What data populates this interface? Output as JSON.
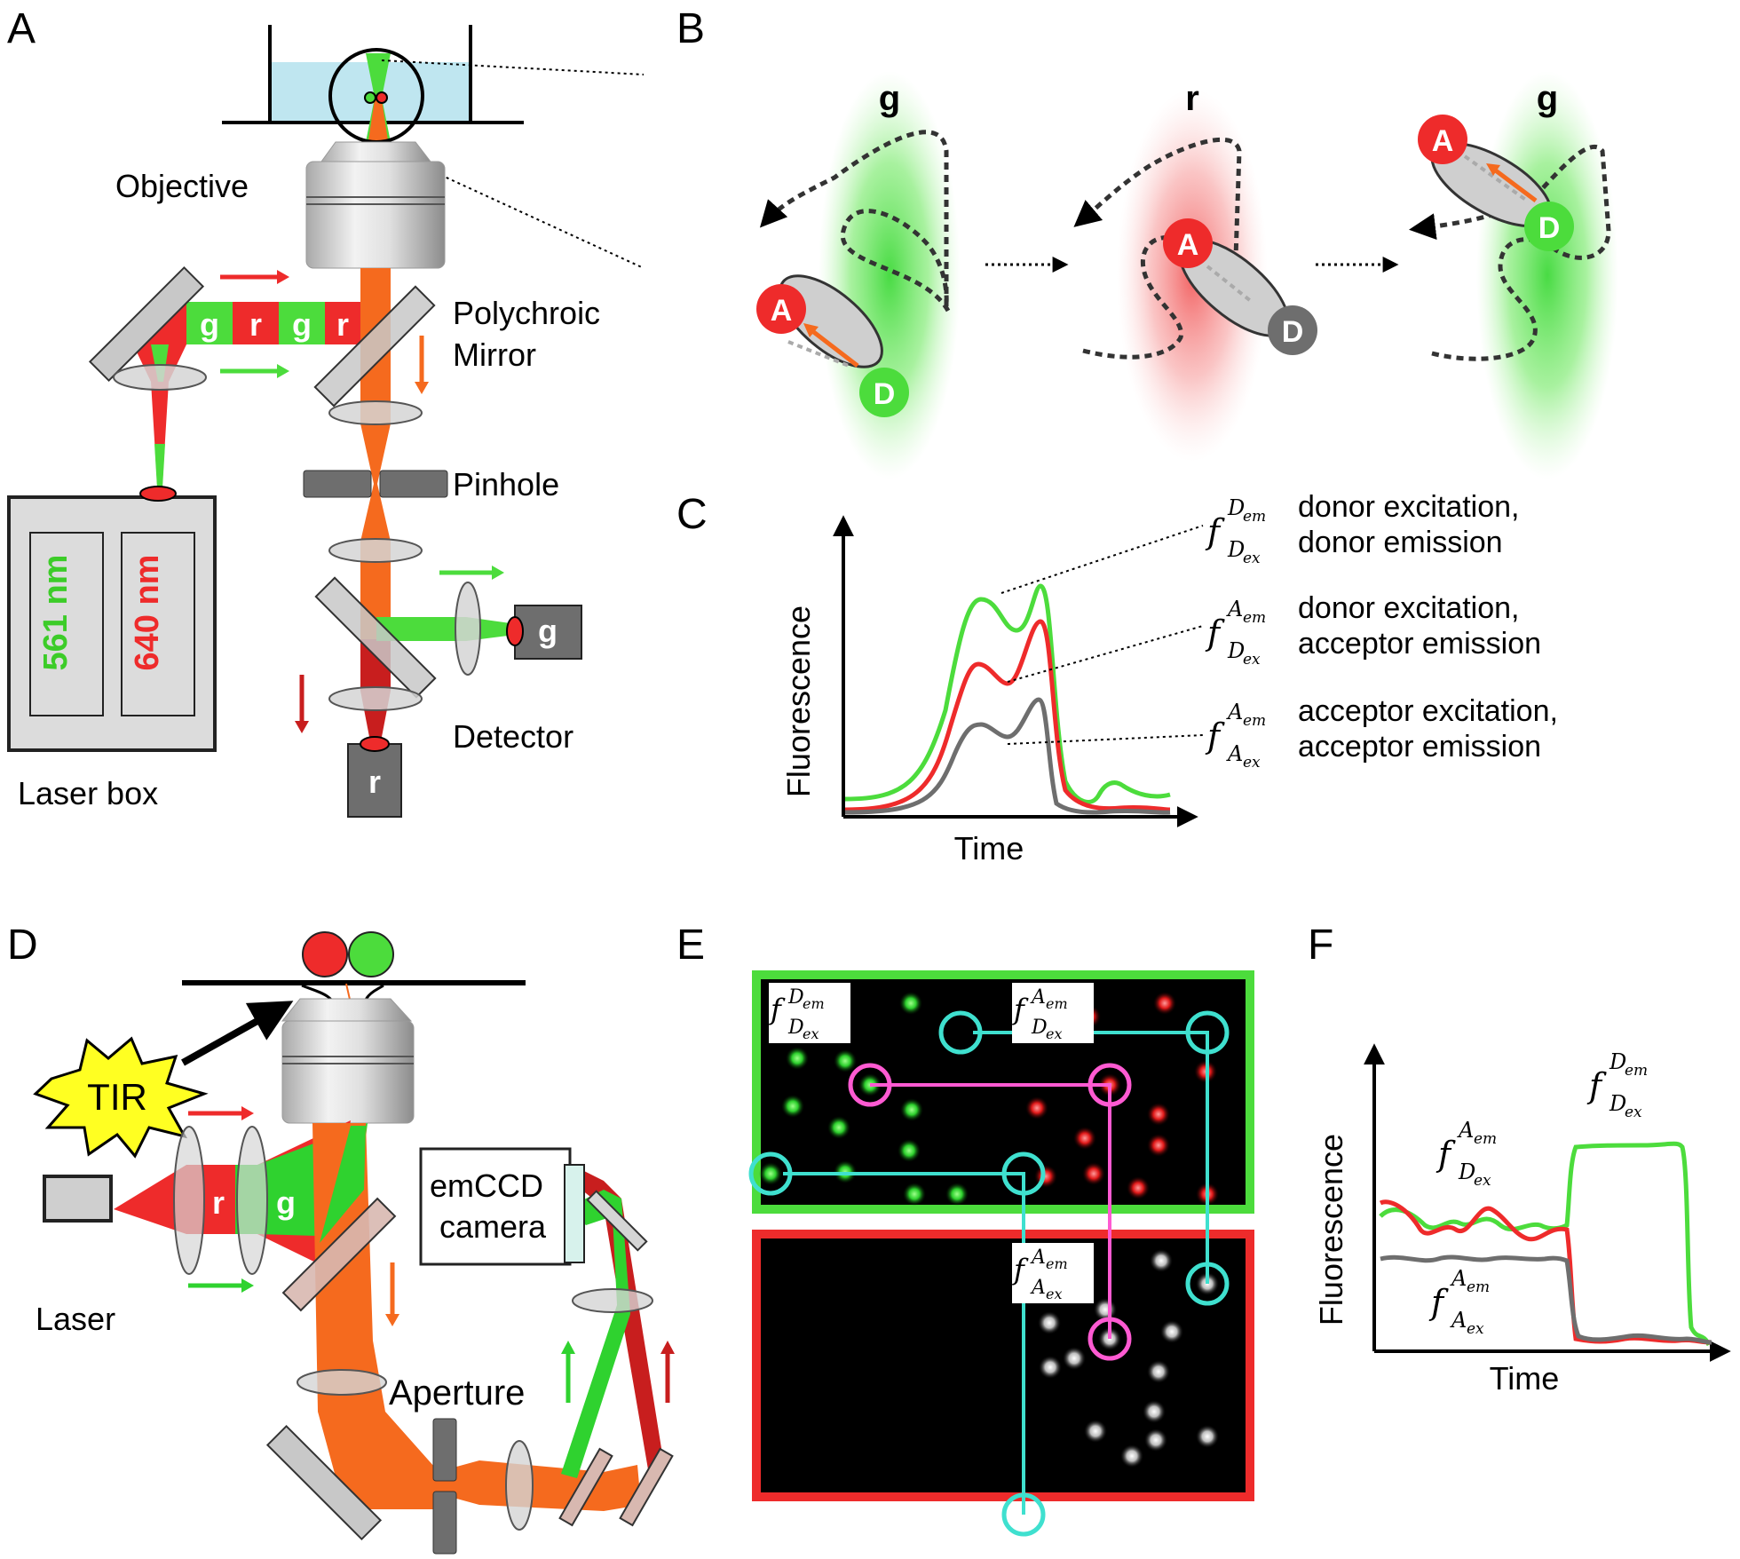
{
  "panel_labels": {
    "A": "A",
    "B": "B",
    "C": "C",
    "D": "D",
    "E": "E",
    "F": "F"
  },
  "panel_a": {
    "objective": "Objective",
    "polychroic_1": "Polychroic",
    "polychroic_2": "Mirror",
    "pinhole": "Pinhole",
    "detector": "Detector",
    "laser_box": "Laser box",
    "laser_561": "561 nm",
    "laser_640": "640 nm",
    "pulse_labels": [
      "g",
      "r",
      "g",
      "r"
    ],
    "detector_g": "g",
    "detector_r": "r"
  },
  "panel_b": {
    "states": [
      {
        "excitation": "g",
        "acceptor": "A",
        "donor": "D"
      },
      {
        "excitation": "r",
        "acceptor": "A",
        "donor": "D"
      },
      {
        "excitation": "g",
        "acceptor": "A",
        "donor": "D"
      }
    ]
  },
  "panel_c": {
    "ylabel": "Fluorescence",
    "xlabel": "Time",
    "traces": [
      {
        "f": "f",
        "sub": "D",
        "subsub": "ex",
        "sup": "D",
        "supsub": "em",
        "line1": "donor excitation,",
        "line2": "donor emission",
        "color": "#4cdc3c"
      },
      {
        "f": "f",
        "sub": "D",
        "subsub": "ex",
        "sup": "A",
        "supsub": "em",
        "line1": "donor excitation,",
        "line2": "acceptor emission",
        "color": "#ee2b2b"
      },
      {
        "f": "f",
        "sub": "A",
        "subsub": "ex",
        "sup": "A",
        "supsub": "em",
        "line1": "acceptor excitation,",
        "line2": "acceptor emission",
        "color": "#6e6e6e"
      }
    ]
  },
  "panel_d": {
    "tir": "TIR",
    "camera_1": "emCCD",
    "camera_2": "camera",
    "laser": "Laser",
    "aperture": "Aperture",
    "beam_r": "r",
    "beam_g": "g"
  },
  "panel_e": {
    "label_dd": {
      "f": "f",
      "sub": "D",
      "subsub": "ex",
      "sup": "D",
      "supsub": "em"
    },
    "label_da": {
      "f": "f",
      "sub": "D",
      "subsub": "ex",
      "sup": "A",
      "supsub": "em"
    },
    "label_aa": {
      "f": "f",
      "sub": "A",
      "subsub": "ex",
      "sup": "A",
      "supsub": "em"
    }
  },
  "panel_f": {
    "ylabel": "Fluorescence",
    "xlabel": "Time",
    "label_dd": {
      "f": "f",
      "sub": "D",
      "subsub": "ex",
      "sup": "D",
      "supsub": "em"
    },
    "label_da": {
      "f": "f",
      "sub": "D",
      "subsub": "ex",
      "sup": "A",
      "supsub": "em"
    },
    "label_aa": {
      "f": "f",
      "sub": "A",
      "subsub": "ex",
      "sup": "A",
      "supsub": "em"
    }
  },
  "colors": {
    "green": "#4cdc3c",
    "red": "#ee2b2b",
    "orange": "#f56a1e",
    "gray": "#6e6e6e",
    "cyan": "#3fe0cf",
    "magenta": "#ff5ad2",
    "water": "#bfe6f0"
  }
}
